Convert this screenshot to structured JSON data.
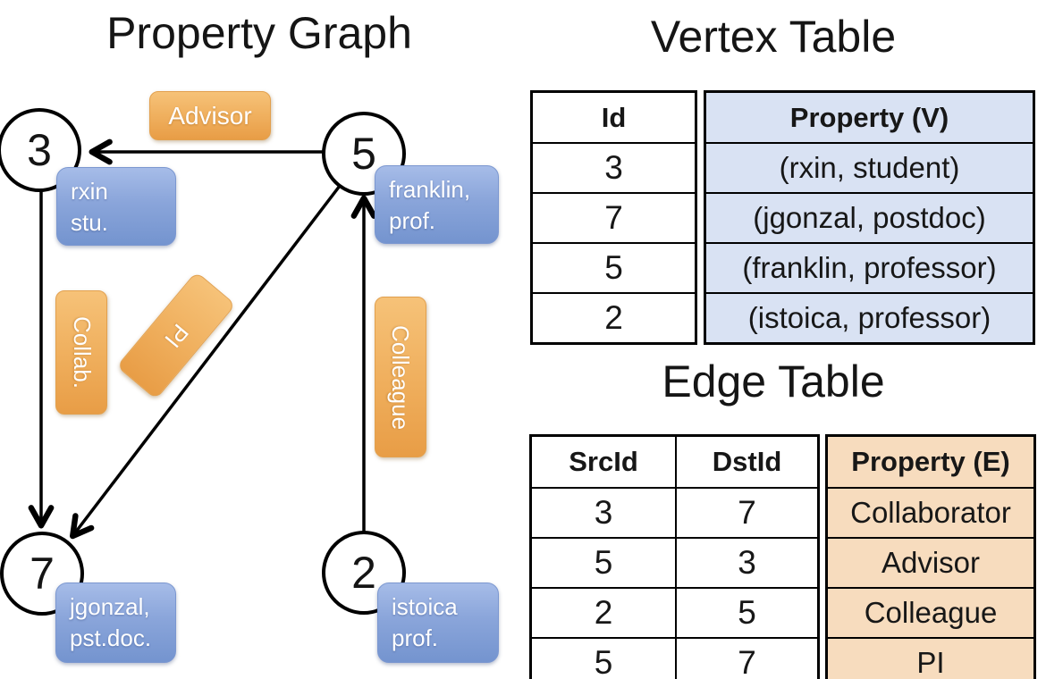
{
  "graph": {
    "title": "Property Graph",
    "nodes": {
      "n3": {
        "id": "3",
        "line1": "rxin",
        "line2": "stu."
      },
      "n5": {
        "id": "5",
        "line1": "franklin,",
        "line2": "prof."
      },
      "n7": {
        "id": "7",
        "line1": "jgonzal,",
        "line2": "pst.doc."
      },
      "n2": {
        "id": "2",
        "line1": "istoica",
        "line2": "prof."
      }
    },
    "edge_labels": {
      "advisor": "Advisor",
      "collab": "Collab.",
      "pi": "PI",
      "colleague": "Colleague"
    }
  },
  "vertex_table": {
    "title": "Vertex Table",
    "columns": {
      "id": "Id",
      "property": "Property (V)"
    },
    "rows": [
      {
        "id": "3",
        "property": "(rxin, student)"
      },
      {
        "id": "7",
        "property": "(jgonzal, postdoc)"
      },
      {
        "id": "5",
        "property": "(franklin, professor)"
      },
      {
        "id": "2",
        "property": "(istoica, professor)"
      }
    ]
  },
  "edge_table": {
    "title": "Edge Table",
    "columns": {
      "src": "SrcId",
      "dst": "DstId",
      "property": "Property (E)"
    },
    "rows": [
      {
        "src": "3",
        "dst": "7",
        "property": "Collaborator"
      },
      {
        "src": "5",
        "dst": "3",
        "property": "Advisor"
      },
      {
        "src": "2",
        "dst": "5",
        "property": "Colleague"
      },
      {
        "src": "5",
        "dst": "7",
        "property": "PI"
      }
    ]
  },
  "colors": {
    "vertex_property_bg": "#D9E2F3",
    "edge_property_bg": "#F7DCBE",
    "vertex_label_blue_top": "#A6BCE8",
    "vertex_label_blue_bottom": "#7494CF",
    "edge_label_orange_top": "#F6C278",
    "edge_label_orange_bottom": "#E89D46",
    "line_color": "#000000"
  }
}
